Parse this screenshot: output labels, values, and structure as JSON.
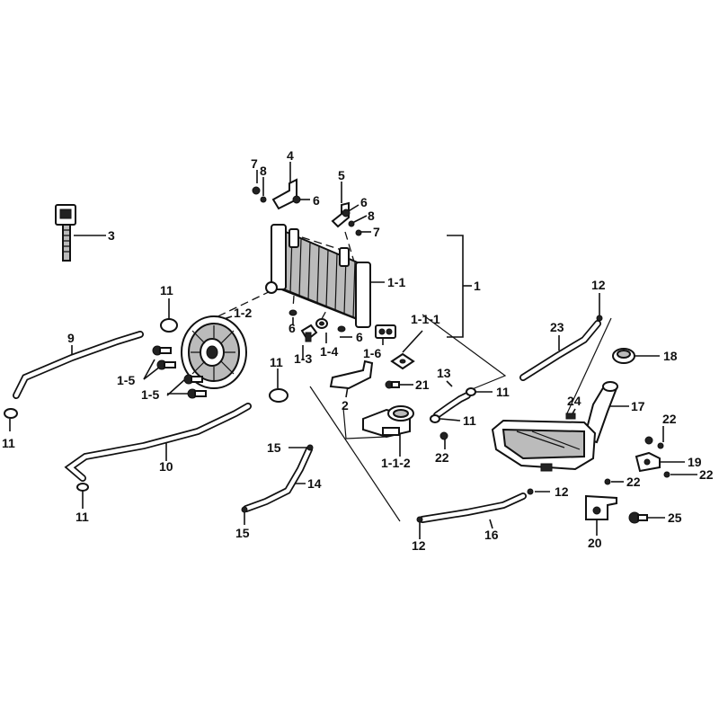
{
  "labels": [
    {
      "id": "c3",
      "text": "3"
    },
    {
      "id": "c7a",
      "text": "7"
    },
    {
      "id": "c8a",
      "text": "8"
    },
    {
      "id": "c4",
      "text": "4"
    },
    {
      "id": "c6a",
      "text": "6"
    },
    {
      "id": "c5",
      "text": "5"
    },
    {
      "id": "c6b",
      "text": "6"
    },
    {
      "id": "c8b",
      "text": "8"
    },
    {
      "id": "c7b",
      "text": "7"
    },
    {
      "id": "c1-1",
      "text": "1-1"
    },
    {
      "id": "c1",
      "text": "1"
    },
    {
      "id": "c11a",
      "text": "11"
    },
    {
      "id": "c1-2",
      "text": "1-2"
    },
    {
      "id": "c9",
      "text": "9"
    },
    {
      "id": "c1-5a",
      "text": "1-5"
    },
    {
      "id": "c1-5b",
      "text": "1-5"
    },
    {
      "id": "c11b",
      "text": "11"
    },
    {
      "id": "c6c",
      "text": "6"
    },
    {
      "id": "c6d",
      "text": "6"
    },
    {
      "id": "c1-3",
      "text": "1-3"
    },
    {
      "id": "c1-4",
      "text": "1-4"
    },
    {
      "id": "c1-1-1",
      "text": "1-1-1"
    },
    {
      "id": "c1-6",
      "text": "1-6"
    },
    {
      "id": "c11c",
      "text": "11"
    },
    {
      "id": "c2",
      "text": "2"
    },
    {
      "id": "c21",
      "text": "21"
    },
    {
      "id": "c13",
      "text": "13"
    },
    {
      "id": "c11d",
      "text": "11"
    },
    {
      "id": "c11e",
      "text": "11"
    },
    {
      "id": "c10",
      "text": "10"
    },
    {
      "id": "c11f",
      "text": "11"
    },
    {
      "id": "c15a",
      "text": "15"
    },
    {
      "id": "c14",
      "text": "14"
    },
    {
      "id": "c15b",
      "text": "15"
    },
    {
      "id": "c1-1-2",
      "text": "1-1-2"
    },
    {
      "id": "c22a",
      "text": "22"
    },
    {
      "id": "c12a",
      "text": "12"
    },
    {
      "id": "c23",
      "text": "23"
    },
    {
      "id": "c18",
      "text": "18"
    },
    {
      "id": "c24",
      "text": "24"
    },
    {
      "id": "c17",
      "text": "17"
    },
    {
      "id": "c22b",
      "text": "22"
    },
    {
      "id": "c19",
      "text": "19"
    },
    {
      "id": "c22c",
      "text": "22"
    },
    {
      "id": "c22d",
      "text": "22"
    },
    {
      "id": "c12b",
      "text": "12"
    },
    {
      "id": "c16",
      "text": "16"
    },
    {
      "id": "c12c",
      "text": "12"
    },
    {
      "id": "c20",
      "text": "20"
    },
    {
      "id": "c25",
      "text": "25"
    }
  ]
}
